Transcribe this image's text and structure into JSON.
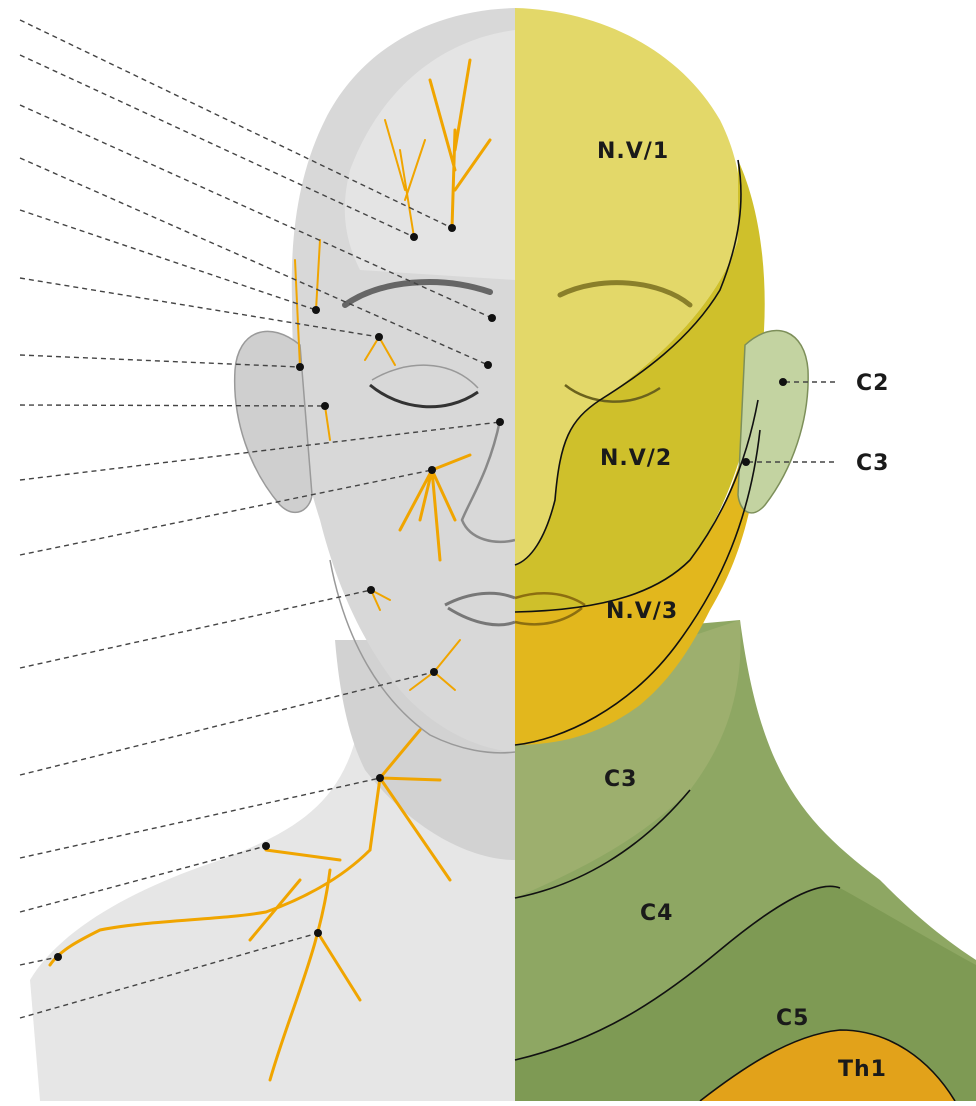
{
  "regions": [
    {
      "label": "N.V/1",
      "color": "#e3d869"
    },
    {
      "label": "N.V/2",
      "color": "#cfc02b"
    },
    {
      "label": "N.V/3",
      "color": "#e2b71d"
    },
    {
      "label": "C3",
      "color": "#9daf6e"
    },
    {
      "label": "C4",
      "color": "#8ea763"
    },
    {
      "label": "C5",
      "color": "#7e9a54"
    },
    {
      "label": "Th1",
      "color": "#e2a21a"
    }
  ],
  "ear_labels": [
    "C2",
    "C3"
  ],
  "colors": {
    "nerve": "#f0a500",
    "skin_left": "#dcdcdc",
    "ear_zone": "#c3d3a1"
  }
}
